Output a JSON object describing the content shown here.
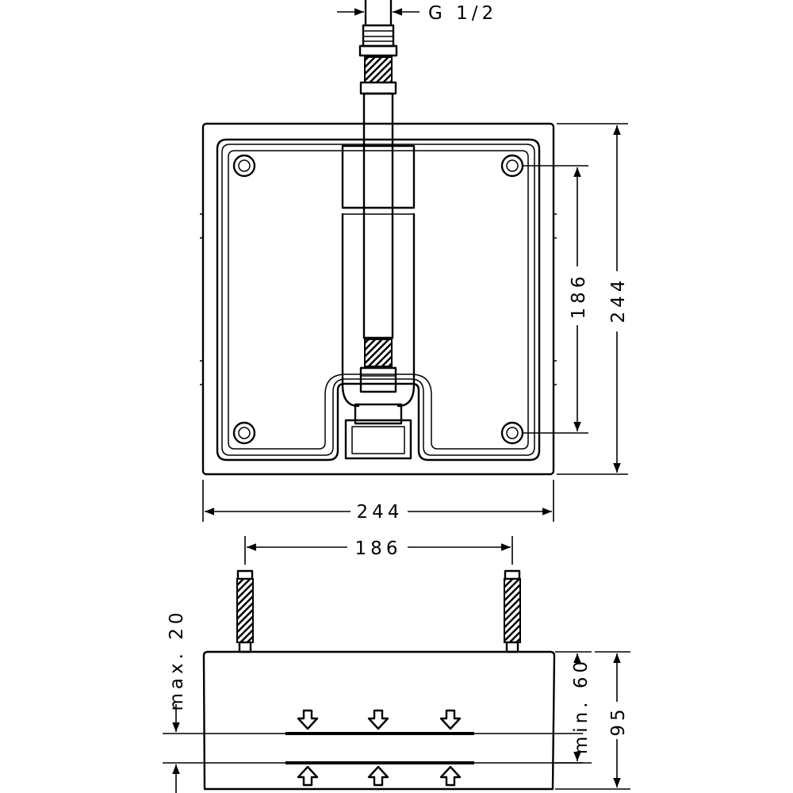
{
  "top_view": {
    "thread_label": "G 1/2",
    "width_label": "244",
    "height_label": "244",
    "hole_spacing_label": "186"
  },
  "side_view": {
    "hole_spacing_label": "186",
    "max_label": "max. 20",
    "min_label": "min. 60",
    "depth_label": "95"
  }
}
